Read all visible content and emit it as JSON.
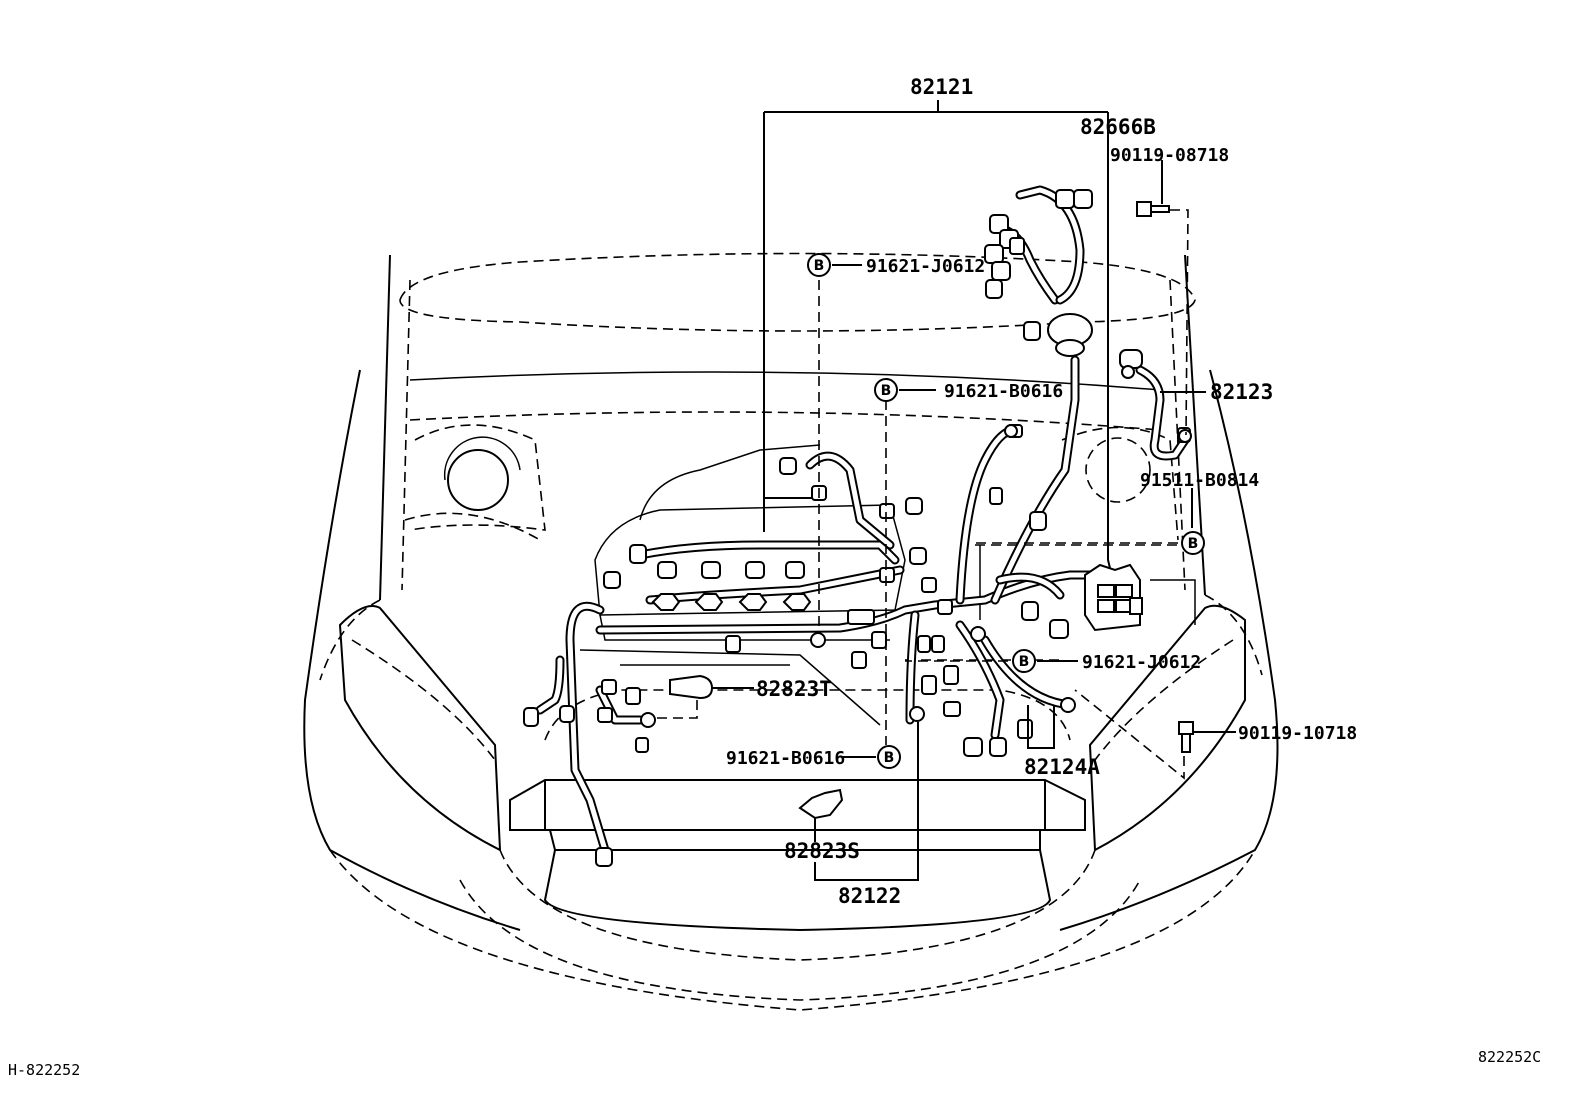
{
  "diagram": {
    "callouts": {
      "harness_main": "82121",
      "harness_front": "82122",
      "harness_right": "82123",
      "harness_sub": "82124A",
      "connector_block": "82666B",
      "bolt_upper": "90119-08718",
      "bolt_lower": "90119-10718",
      "clamp_right": "91511-B0814",
      "screw_top": "91621-J0612",
      "screw_mid": "91621-B0616",
      "screw_right": "91621-J0612",
      "screw_low": "91621-B0616",
      "protector_t": "82823T",
      "protector_s": "82823S"
    },
    "marker_letter": "B",
    "footer": {
      "left_code": "H-822252",
      "right_code": "822252C"
    }
  }
}
